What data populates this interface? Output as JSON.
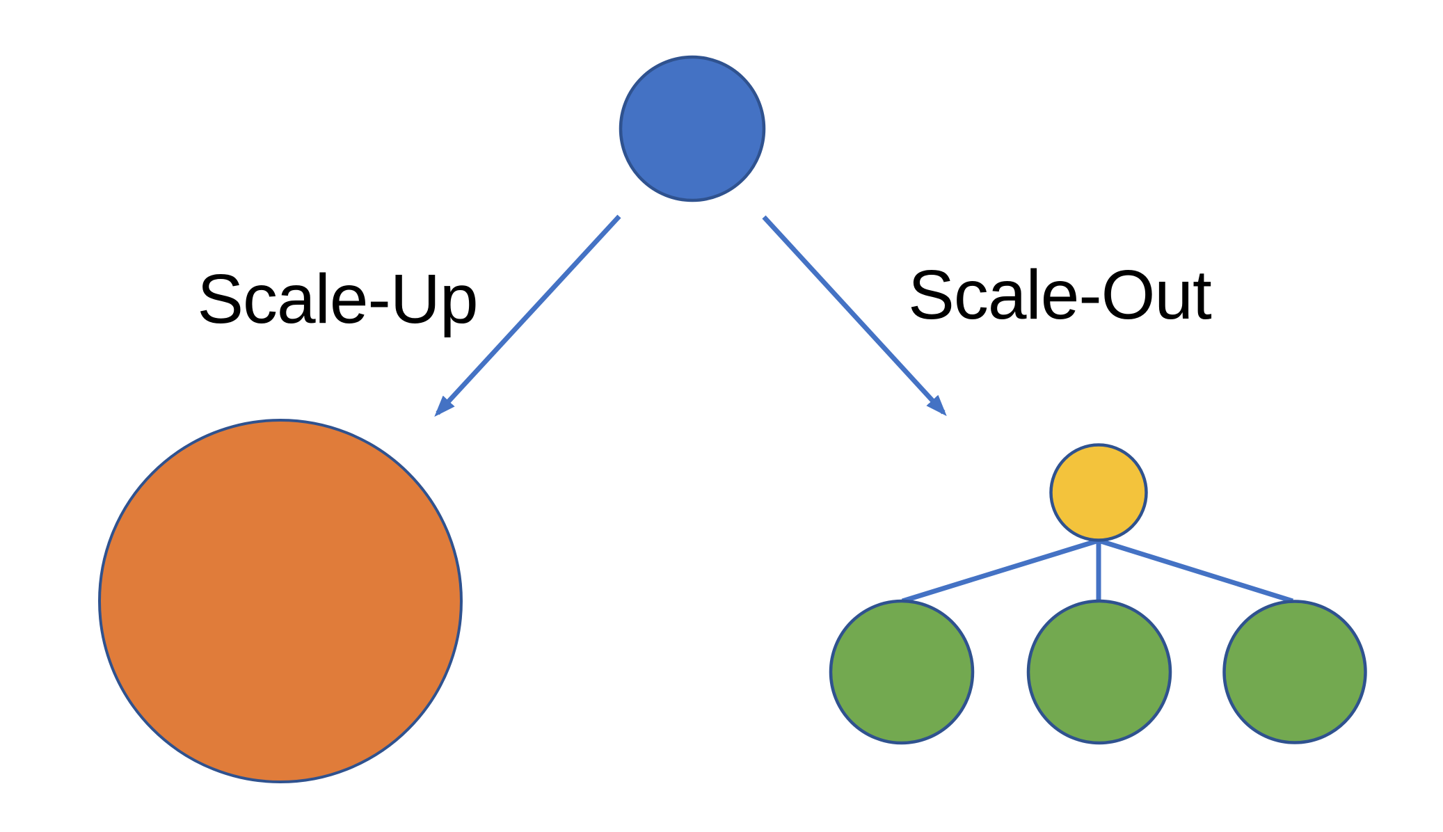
{
  "diagram": {
    "type": "comparison-tree",
    "description": "Scaling strategies: one origin node branching to Scale-Up (one bigger node) and Scale-Out (one coordinator node with three child nodes)",
    "branches": [
      {
        "label": "Scale-Up",
        "result": "single-large-node"
      },
      {
        "label": "Scale-Out",
        "result": "one-parent-three-children"
      }
    ]
  },
  "labels": {
    "scale_up": "Scale-Up",
    "scale_out": "Scale-Out"
  },
  "colors": {
    "background": "#ffffff",
    "root_fill": "#4472C4",
    "scale_up_fill": "#E07C3A",
    "scale_out_parent_fill": "#F3C33C",
    "scale_out_child_fill": "#73A950",
    "shape_stroke": "#2F528F",
    "connector": "#4472C4",
    "label_text": "#000000"
  }
}
